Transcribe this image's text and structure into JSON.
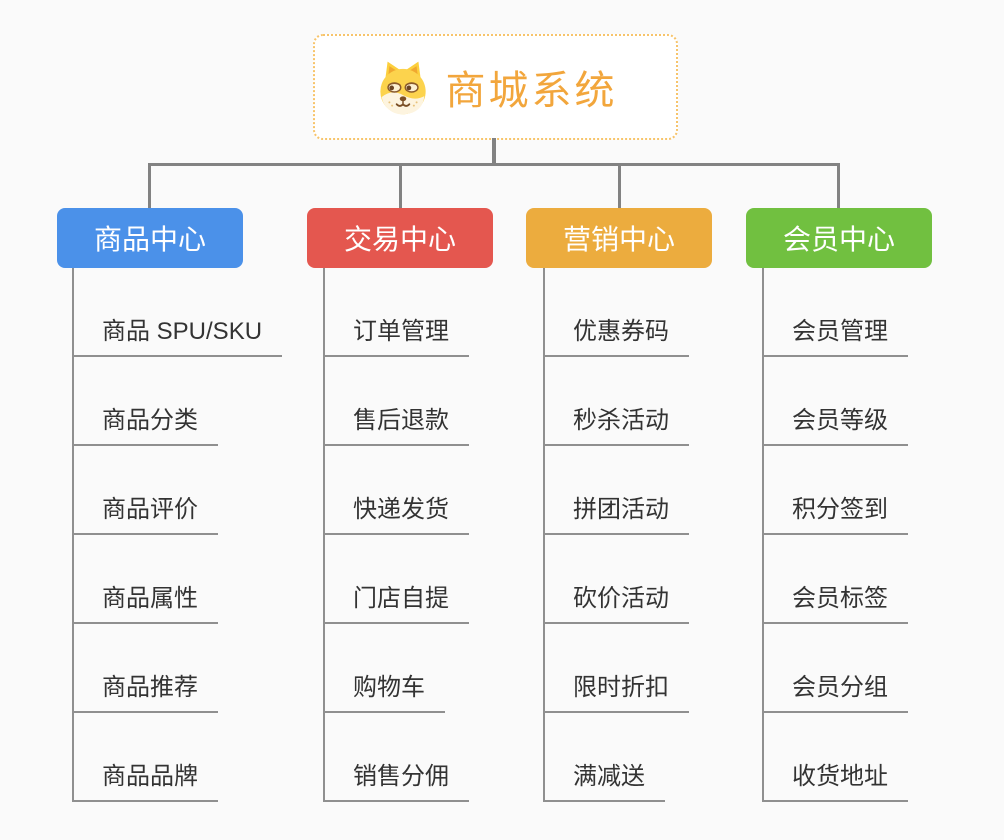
{
  "app": {
    "background_color": "#FAFAFA",
    "connector_color": "#828282"
  },
  "root": {
    "title": "商城系统",
    "icon": "dog-face-icon",
    "text_color": "#F2A63C",
    "border_color": "#F7C46B"
  },
  "branches": [
    {
      "label": "商品中心",
      "color": "#4B91E9",
      "children": [
        "商品 SPU/SKU",
        "商品分类",
        "商品评价",
        "商品属性",
        "商品推荐",
        "商品品牌"
      ]
    },
    {
      "label": "交易中心",
      "color": "#E4574F",
      "children": [
        "订单管理",
        "售后退款",
        "快递发货",
        "门店自提",
        "购物车",
        "销售分佣"
      ]
    },
    {
      "label": "营销中心",
      "color": "#ECAC3E",
      "children": [
        "优惠券码",
        "秒杀活动",
        "拼团活动",
        "砍价活动",
        "限时折扣",
        "满减送"
      ]
    },
    {
      "label": "会员中心",
      "color": "#71C040",
      "children": [
        "会员管理",
        "会员等级",
        "积分签到",
        "会员标签",
        "会员分组",
        "收货地址"
      ]
    }
  ]
}
